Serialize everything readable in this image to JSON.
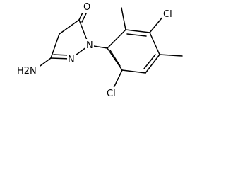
{
  "molecule": {
    "atoms": {
      "oxygen": "O",
      "amine": "H2N",
      "ring_nitrogen_1": "N",
      "ring_nitrogen_2": "N",
      "chlorine_top": "Cl",
      "chlorine_bottom": "Cl"
    }
  }
}
